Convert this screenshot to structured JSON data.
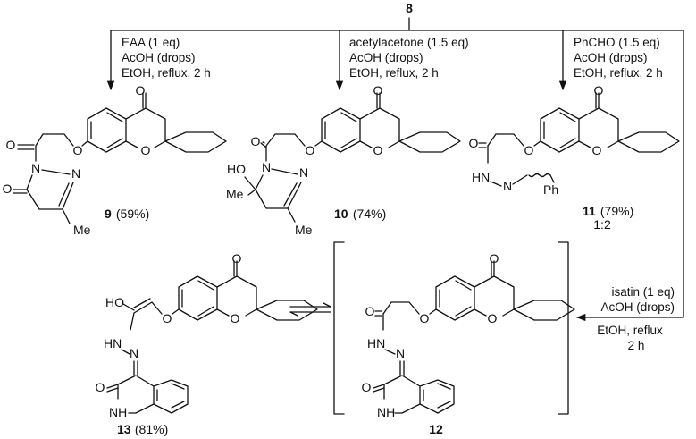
{
  "start_compound": "8",
  "branches": [
    {
      "conditions": [
        "EAA (1 eq)",
        "AcOH (drops)",
        "EtOH, reflux, 2 h"
      ],
      "product_id": "9",
      "yield": " (59%)",
      "ratio": ""
    },
    {
      "conditions": [
        "acetylacetone (1.5 eq)",
        "AcOH (drops)",
        "EtOH, reflux, 2 h"
      ],
      "product_id": "10",
      "yield": " (74%)",
      "ratio": ""
    },
    {
      "conditions": [
        "PhCHO (1.5 eq)",
        "AcOH (drops)",
        "EtOH, reflux, 2 h"
      ],
      "product_id": "11",
      "yield": " (79%)",
      "ratio": "1:2"
    }
  ],
  "isatin_conditions": [
    "isatin (1 eq)",
    "AcOH (drops)"
  ],
  "isatin_conditions_below": [
    "EtOH, reflux",
    "2 h"
  ],
  "intermediate": {
    "id": "12"
  },
  "final_product": {
    "id": "13",
    "yield": " (81%)"
  },
  "atom_labels": {
    "O": "O",
    "N": "N",
    "HO": "HO",
    "Me": "Me",
    "Ph": "Ph",
    "HN": "HN",
    "HNN": "HN",
    "NH": "NH"
  }
}
